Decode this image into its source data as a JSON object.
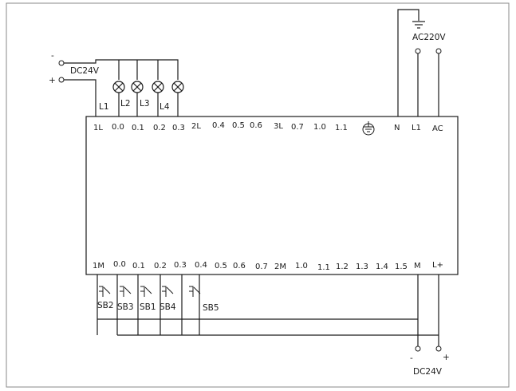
{
  "supplies": {
    "top_dc": {
      "label": "DC24V",
      "minus": "-",
      "plus": "+"
    },
    "ac": {
      "label": "AC220V"
    },
    "bottom_dc": {
      "label": "DC24V",
      "minus": "-",
      "plus": "+"
    }
  },
  "lamps": [
    "L1",
    "L2",
    "L3",
    "L4"
  ],
  "top_terminals": [
    "1L",
    "0.0",
    "0.1",
    "0.2",
    "0.3",
    "2L",
    "0.4",
    "0.5",
    "0.6",
    "3L",
    "0.7",
    "1.0",
    "1.1",
    "N",
    "L1",
    "AC"
  ],
  "bottom_terminals": [
    "1M",
    "0.0",
    "0.1",
    "0.2",
    "0.3",
    "0.4",
    "0.5",
    "0.6",
    "0.7",
    "2M",
    "1.0",
    "1.1",
    "1.2",
    "1.3",
    "1.4",
    "1.5",
    "M",
    "L+"
  ],
  "switches": [
    "SB2",
    "SB3",
    "SB1",
    "SB4",
    "SB5"
  ],
  "icons": {
    "ground": "ground-icon",
    "lamp": "lamp-icon",
    "switch": "pushbutton-switch-icon"
  }
}
